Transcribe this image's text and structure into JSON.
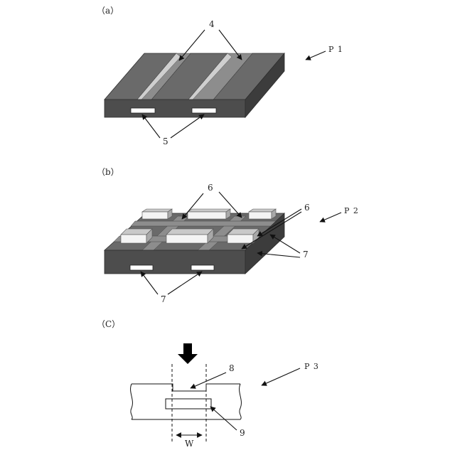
{
  "panels": {
    "a": {
      "label": "（a）",
      "product": "P 1",
      "callout_4": "4",
      "callout_5": "5"
    },
    "b": {
      "label": "（b）",
      "product": "P 2",
      "callout_6a": "6",
      "callout_6b": "6",
      "callout_7a": "7",
      "callout_7b": "7"
    },
    "c": {
      "label": "（C）",
      "product": "P 3",
      "callout_8": "8",
      "callout_9": "9",
      "width_label": "W"
    }
  }
}
